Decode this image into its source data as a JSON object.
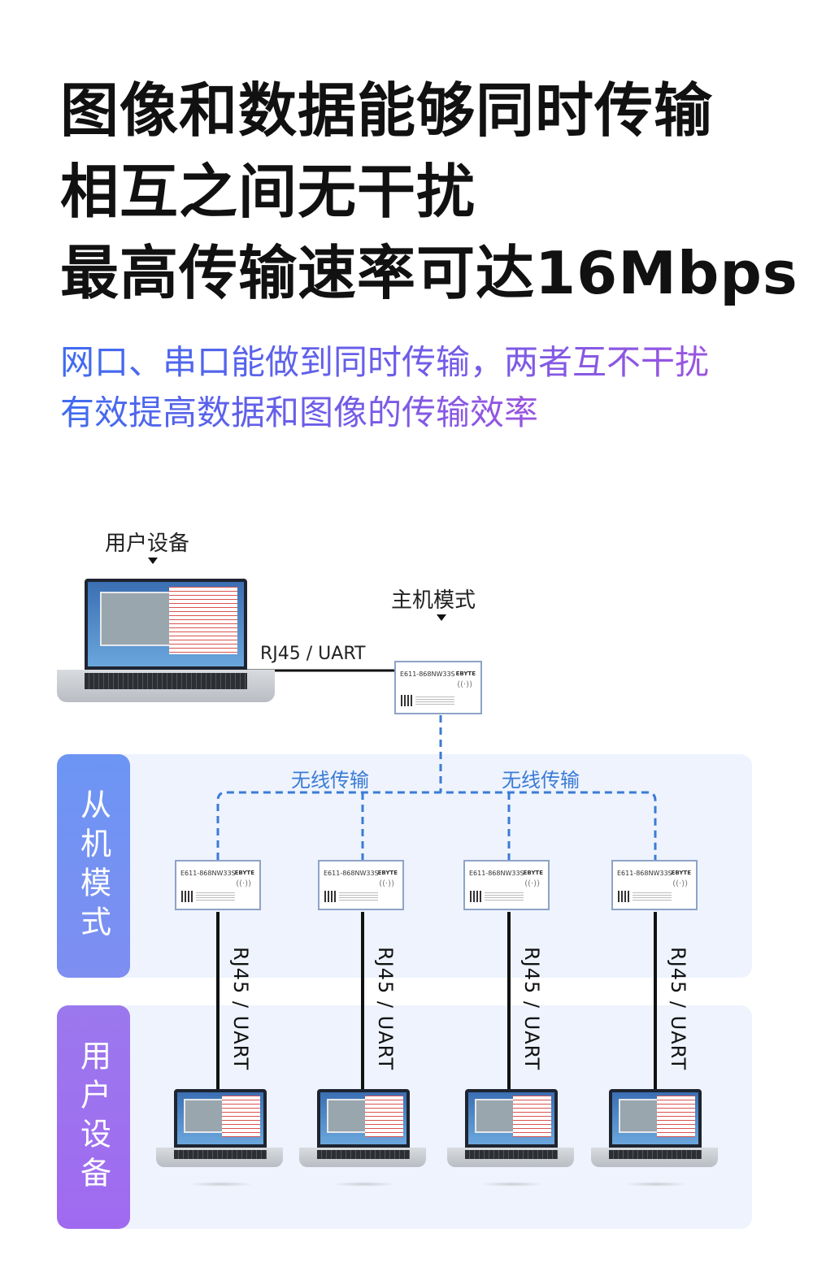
{
  "headline": {
    "line1": "图像和数据能够同时传输",
    "line2": "相互之间无干扰",
    "line3": "最高传输速率可达16Mbps"
  },
  "subtitle": {
    "line1": "网口、串口能做到同时传输，两者互不干扰",
    "line2": "有效提高数据和图像的传输效率"
  },
  "diagram": {
    "user_device_top": "用户设备",
    "host_mode": "主机模式",
    "host_link": "RJ45 / UART",
    "wireless_left": "无线传输",
    "wireless_right": "无线传输",
    "slave_band": "从机模式",
    "user_band": "用户设备",
    "module_name": "E611-868NW33S",
    "module_brand": "EBYTE",
    "slave_links": [
      "RJ45 / UART",
      "RJ45 / UART",
      "RJ45 / UART",
      "RJ45 / UART"
    ]
  },
  "colors": {
    "accent_blue": "#3a7bd5",
    "gradient_start": "#3f6bf0",
    "gradient_end": "#9a55e0",
    "slave_band": "#6c95f4",
    "user_band": "#9b78ee",
    "panel_bg": "#eef3fd"
  }
}
